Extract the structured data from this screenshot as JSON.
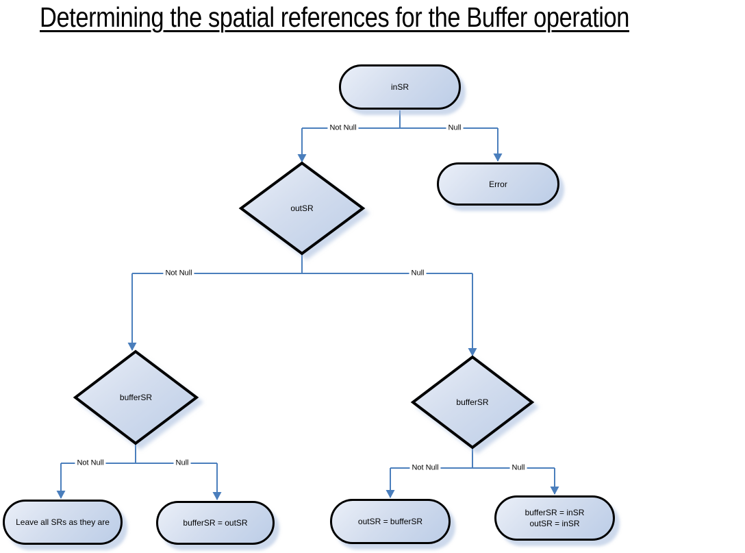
{
  "title": "Determining the spatial references for the Buffer operation",
  "nodes": {
    "insr": "inSR",
    "error": "Error",
    "outsr": "outSR",
    "buffersr_left": "bufferSR",
    "buffersr_right": "bufferSR",
    "leave_all": "Leave all SRs as they are",
    "buffersr_eq_outsr": "bufferSR = outSR",
    "outsr_eq_buffersr": "outSR = bufferSR",
    "buffersr_insr_outsr_insr": "bufferSR = inSR\noutSR = inSR"
  },
  "edge_labels": {
    "insr_not_null": "Not Null",
    "insr_null": "Null",
    "outsr_not_null": "Not Null",
    "outsr_null": "Null",
    "buffersr_left_not_null": "Not Null",
    "buffersr_left_null": "Null",
    "buffersr_right_not_null": "Not Null",
    "buffersr_right_null": "Null"
  },
  "colors": {
    "connector": "#4a7ebc",
    "node_border": "#000000",
    "node_fill_light": "#eaeff8",
    "node_fill_dark": "#bccde7",
    "shadow": "#c2d2ea",
    "text": "#000000"
  }
}
